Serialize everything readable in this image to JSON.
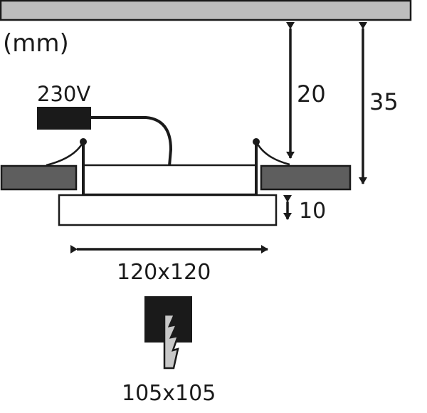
{
  "unit_label": "(mm)",
  "voltage_label": "230V",
  "dimensions": {
    "recess_depth": "20",
    "total_depth": "35",
    "panel_height": "10",
    "panel_size": "120x120",
    "cutout_size": "105x105"
  },
  "colors": {
    "ceiling": "#bdbdbd",
    "ceiling_panel": "#5e5e5e",
    "line": "#1a1a1a",
    "cutout_tool": "#c8c8c8"
  }
}
